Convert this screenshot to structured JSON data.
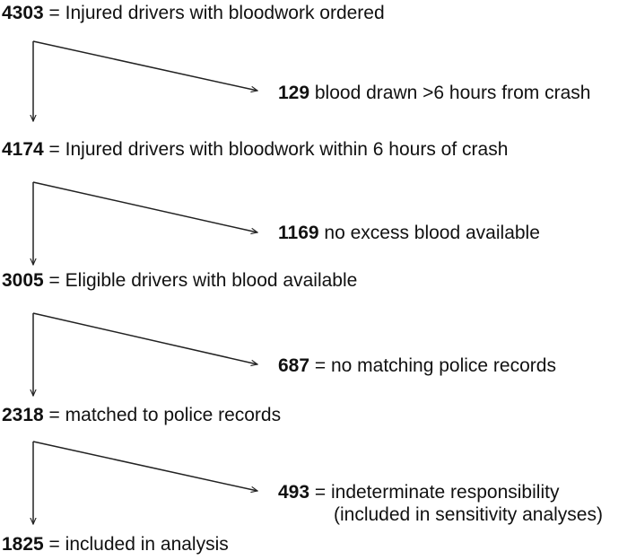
{
  "steps": [
    {
      "count": "4303",
      "text": " = Injured drivers with bloodwork ordered"
    },
    {
      "count": "4174",
      "text": " = Injured drivers with bloodwork within 6 hours of crash"
    },
    {
      "count": "3005",
      "text": " = Eligible drivers with blood available"
    },
    {
      "count": "2318",
      "text": " = matched to police records"
    },
    {
      "count": "1825",
      "text": " = included in analysis"
    }
  ],
  "exclusions": [
    {
      "count": "129",
      "text": " blood drawn >6 hours from crash"
    },
    {
      "count": "1169",
      "text": " no excess blood available"
    },
    {
      "count": "687",
      "text": " = no matching police records"
    },
    {
      "count": "493",
      "text": " = indeterminate responsibility",
      "note": "(included in sensitivity analyses)"
    }
  ]
}
